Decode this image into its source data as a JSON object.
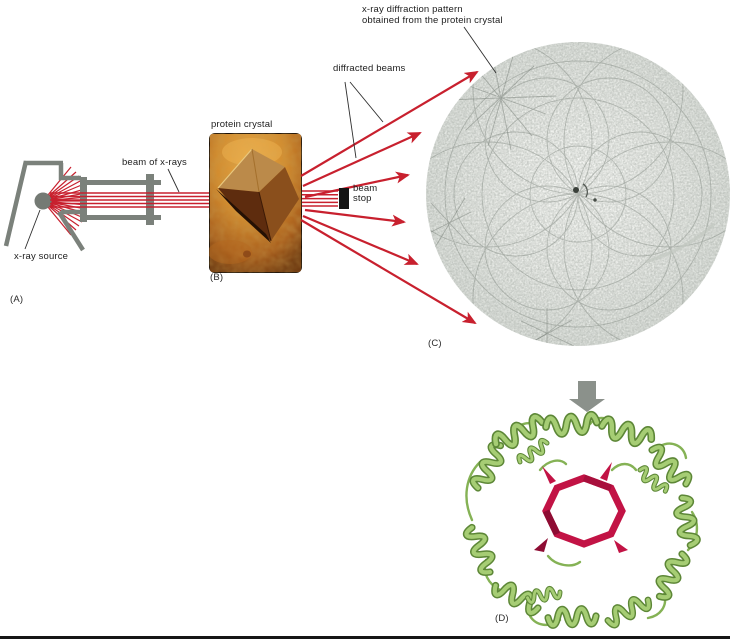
{
  "figure": {
    "labels": {
      "diffraction_pattern": "x-ray diffraction pattern\nobtained from the protein crystal",
      "diffracted_beams": "diffracted beams",
      "protein_crystal": "protein crystal",
      "beam_of_xrays": "beam of x-rays",
      "xray_source": "x-ray source",
      "beam_stop": "beam\nstop"
    },
    "panels": {
      "a": "(A)",
      "b": "(B)",
      "c": "(C)",
      "d": "(D)"
    },
    "colors": {
      "beam_red": "#c8202e",
      "apparatus_gray": "#7b817b",
      "beam_stop_black": "#141414",
      "flow_arrow_gray": "#8b918b",
      "crystal_photo_orange": "#d28c2f",
      "film_gray": "#e7eae6",
      "ribbon_green": "#a6cd74",
      "beta_ring_red": "#c21345"
    }
  }
}
